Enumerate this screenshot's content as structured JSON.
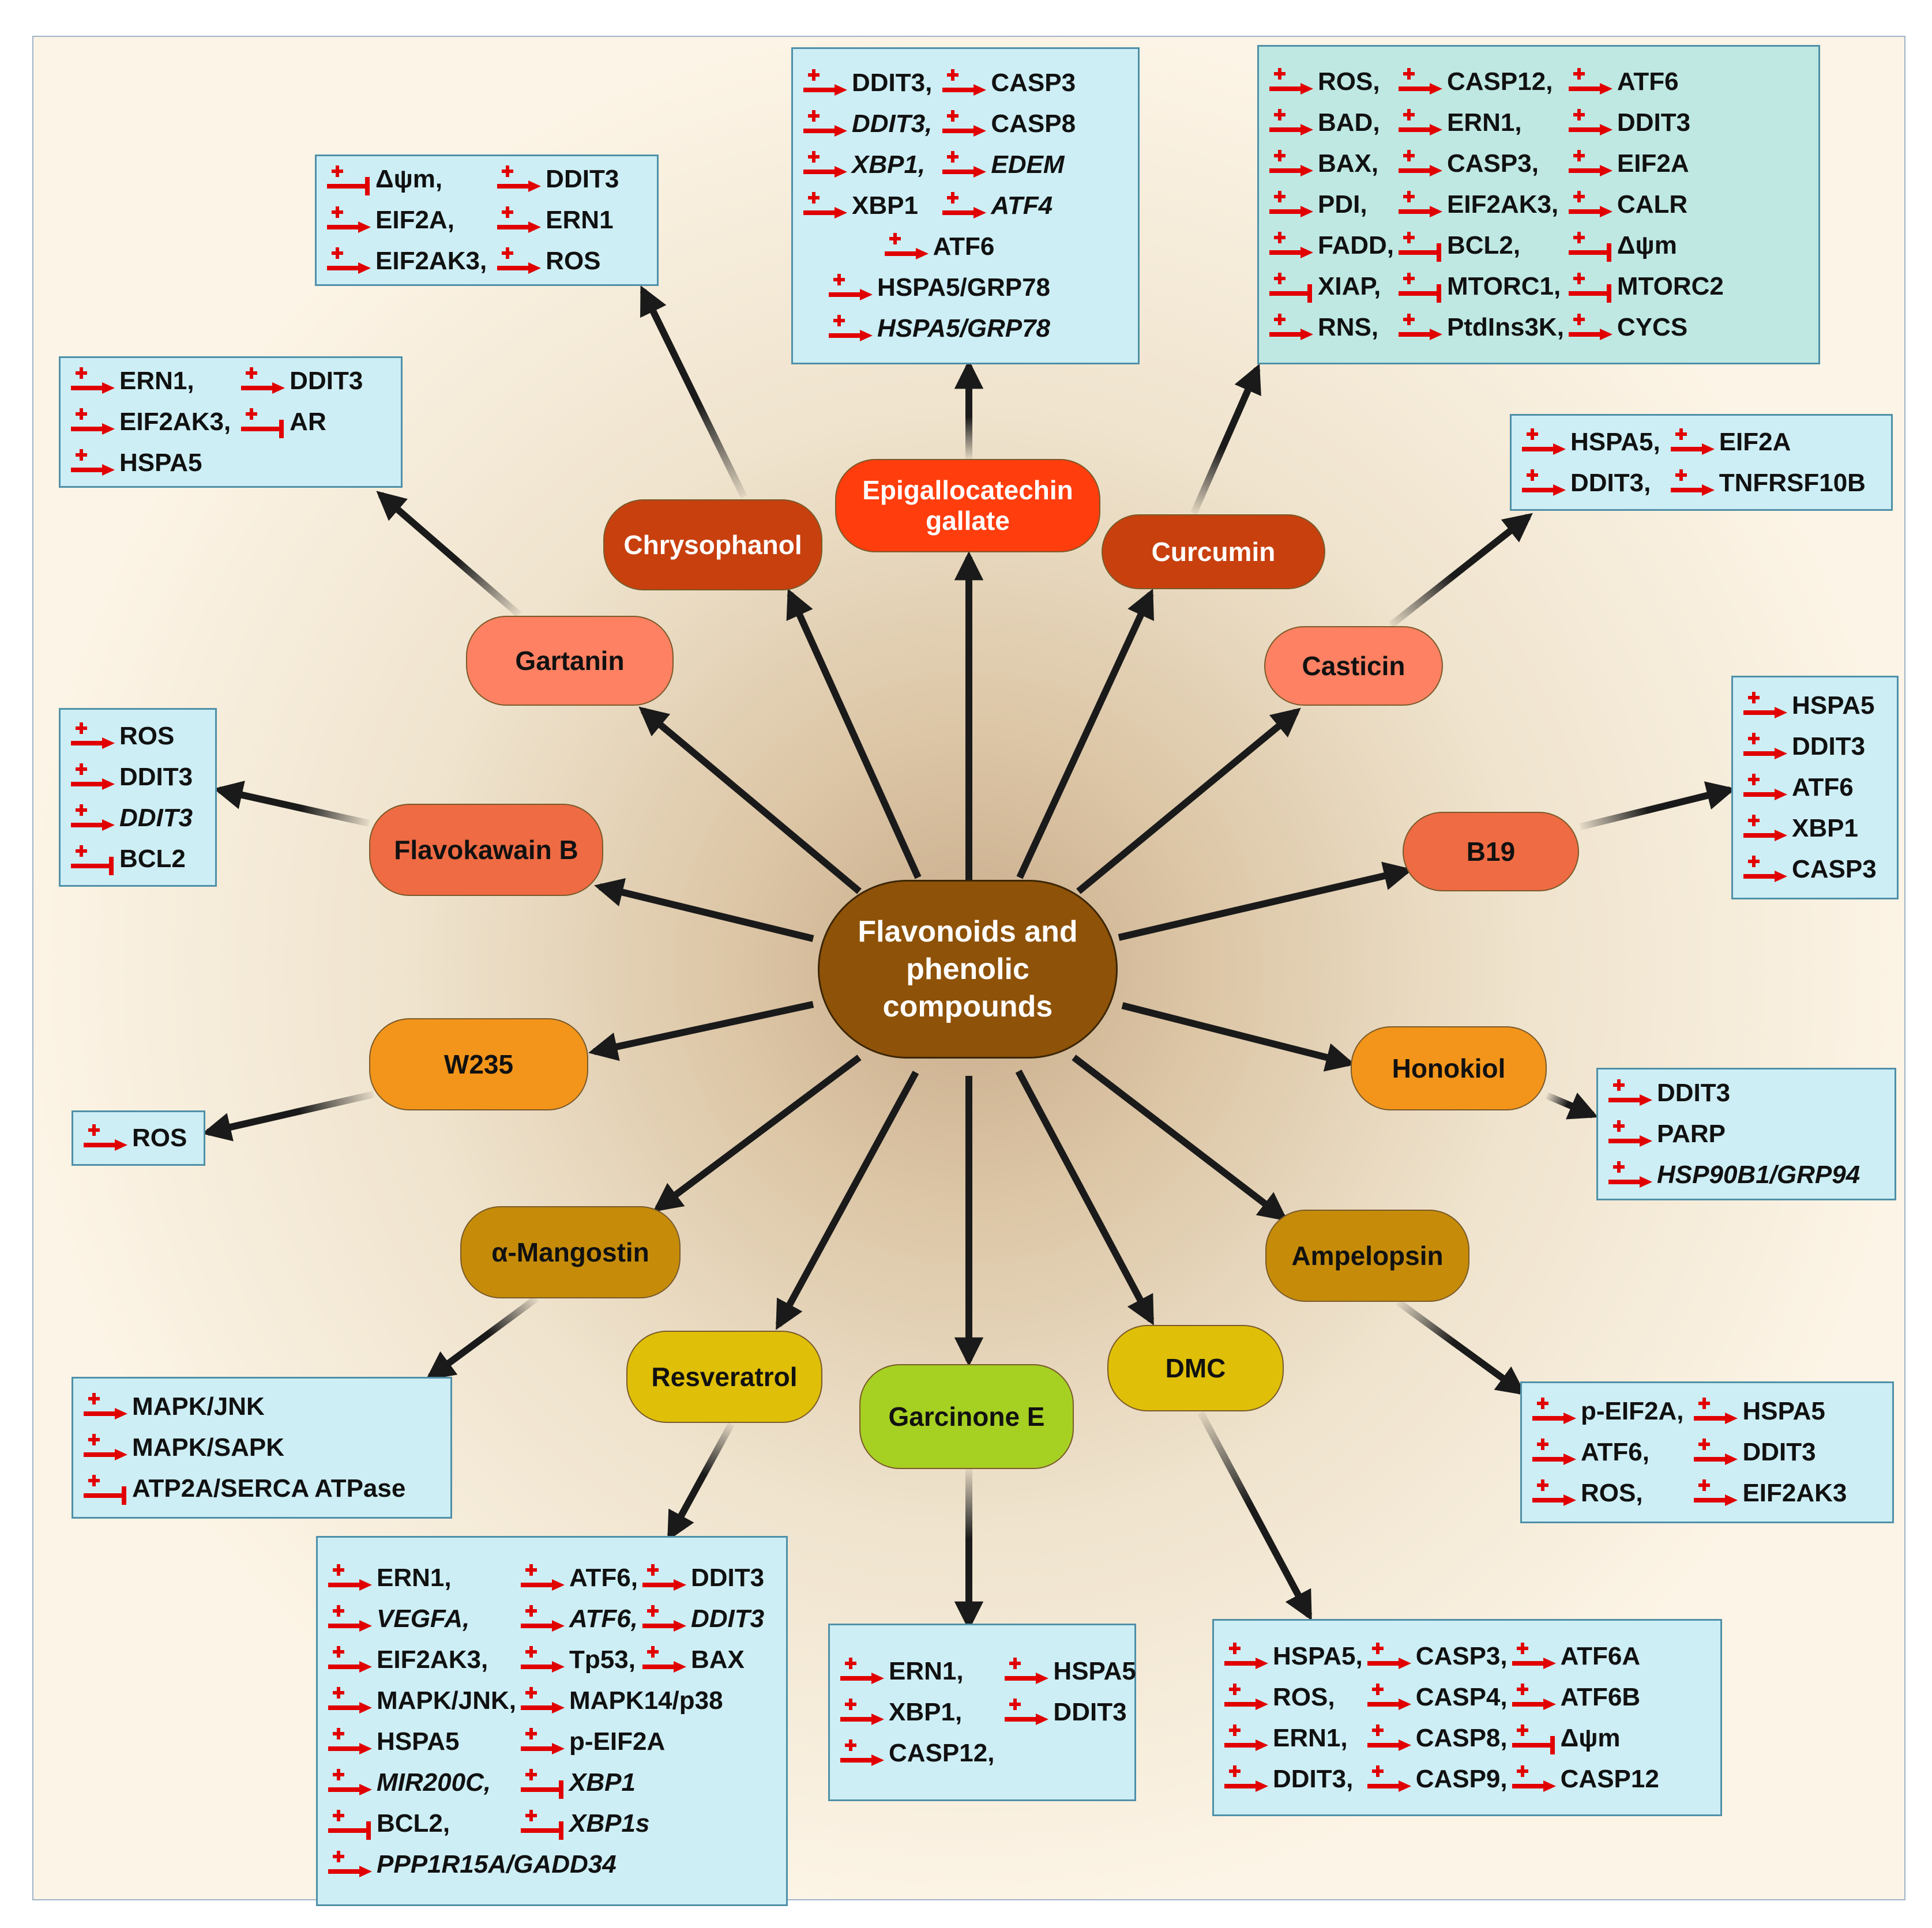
{
  "colors": {
    "arrow": "#1a1a1a",
    "symbol": "#e10000",
    "box_fill": "#cdeef5",
    "box_teal_fill": "#bfe8e3",
    "box_border": "#4f90a8"
  },
  "legend_symbols": {
    "activation": "red-plus-arrow-icon",
    "inhibition": "red-plus-tbar-icon"
  },
  "center": {
    "label": "Flavonoids and\nphenolic\ncompounds"
  },
  "compounds": [
    {
      "id": "egcg",
      "label": "Epigallocatechin\ngallate",
      "color": "#ff3d0d"
    },
    {
      "id": "chrysophanol",
      "label": "Chrysophanol",
      "color": "#c8400e"
    },
    {
      "id": "curcumin",
      "label": "Curcumin",
      "color": "#c8400e"
    },
    {
      "id": "gartanin",
      "label": "Gartanin",
      "color": "#fd8162"
    },
    {
      "id": "casticin",
      "label": "Casticin",
      "color": "#fd8162"
    },
    {
      "id": "flavokawain",
      "label": "Flavokawain B",
      "color": "#ee6b43"
    },
    {
      "id": "b19",
      "label": "B19",
      "color": "#ee6b43"
    },
    {
      "id": "w235",
      "label": "W235",
      "color": "#f3951a"
    },
    {
      "id": "honokiol",
      "label": "Honokiol",
      "color": "#f3951a"
    },
    {
      "id": "mangostin",
      "label": "α-Mangostin",
      "color": "#c68c09"
    },
    {
      "id": "ampelopsin",
      "label": "Ampelopsin",
      "color": "#c68c09"
    },
    {
      "id": "resveratrol",
      "label": "Resveratrol",
      "color": "#dfbf08"
    },
    {
      "id": "garcinone",
      "label": "Garcinone E",
      "color": "#a6d022"
    },
    {
      "id": "dmc",
      "label": "DMC",
      "color": "#dfbf08"
    }
  ],
  "boxes": {
    "chrysophanol": {
      "columns": 2,
      "entries": [
        {
          "label": "Δψm,",
          "type": "inhibit"
        },
        {
          "label": "DDIT3",
          "type": "activate"
        },
        {
          "label": "EIF2A,",
          "type": "activate"
        },
        {
          "label": "ERN1",
          "type": "activate"
        },
        {
          "label": "EIF2AK3,",
          "type": "activate"
        },
        {
          "label": "ROS",
          "type": "activate"
        }
      ]
    },
    "egcg": {
      "columns": 2,
      "entries": [
        {
          "label": "DDIT3,",
          "type": "activate"
        },
        {
          "label": "CASP3",
          "type": "activate"
        },
        {
          "label": "DDIT3,",
          "type": "activate",
          "italic": true
        },
        {
          "label": "CASP8",
          "type": "activate"
        },
        {
          "label": "XBP1,",
          "type": "activate",
          "italic": true
        },
        {
          "label": "EDEM",
          "type": "activate",
          "italic": true
        },
        {
          "label": "XBP1",
          "type": "activate"
        },
        {
          "label": "ATF4",
          "type": "activate",
          "italic": true
        },
        {
          "label": "ATF6",
          "type": "activate",
          "span": true
        },
        {
          "label": "HSPA5/GRP78",
          "type": "activate",
          "span": true
        },
        {
          "label": "HSPA5/GRP78",
          "type": "activate",
          "italic": true,
          "span": true
        }
      ]
    },
    "curcumin": {
      "columns": 3,
      "entries": [
        {
          "label": "ROS,",
          "type": "activate"
        },
        {
          "label": "CASP12,",
          "type": "activate"
        },
        {
          "label": "ATF6",
          "type": "activate"
        },
        {
          "label": "BAD,",
          "type": "activate"
        },
        {
          "label": "ERN1,",
          "type": "activate"
        },
        {
          "label": "DDIT3",
          "type": "activate"
        },
        {
          "label": "BAX,",
          "type": "activate"
        },
        {
          "label": "CASP3,",
          "type": "activate"
        },
        {
          "label": "EIF2A",
          "type": "activate"
        },
        {
          "label": "PDI,",
          "type": "activate"
        },
        {
          "label": "EIF2AK3,",
          "type": "activate"
        },
        {
          "label": "CALR",
          "type": "activate"
        },
        {
          "label": "FADD,",
          "type": "activate"
        },
        {
          "label": "BCL2,",
          "type": "inhibit"
        },
        {
          "label": "Δψm",
          "type": "inhibit"
        },
        {
          "label": "XIAP,",
          "type": "inhibit"
        },
        {
          "label": "MTORC1,",
          "type": "inhibit"
        },
        {
          "label": "MTORC2",
          "type": "inhibit"
        },
        {
          "label": "RNS,",
          "type": "activate"
        },
        {
          "label": "PtdIns3K,",
          "type": "activate"
        },
        {
          "label": "CYCS",
          "type": "activate"
        }
      ]
    },
    "gartanin": {
      "columns": 2,
      "entries": [
        {
          "label": "ERN1,",
          "type": "activate"
        },
        {
          "label": "DDIT3",
          "type": "activate"
        },
        {
          "label": "EIF2AK3,",
          "type": "activate"
        },
        {
          "label": "AR",
          "type": "inhibit"
        },
        {
          "label": "HSPA5",
          "type": "activate"
        }
      ]
    },
    "casticin": {
      "columns": 2,
      "entries": [
        {
          "label": "HSPA5,",
          "type": "activate"
        },
        {
          "label": "EIF2A",
          "type": "activate"
        },
        {
          "label": "DDIT3,",
          "type": "activate"
        },
        {
          "label": "TNFRSF10B",
          "type": "activate"
        }
      ]
    },
    "flavokawain": {
      "columns": 1,
      "entries": [
        {
          "label": "ROS",
          "type": "activate"
        },
        {
          "label": "DDIT3",
          "type": "activate"
        },
        {
          "label": "DDIT3",
          "type": "activate",
          "italic": true
        },
        {
          "label": "BCL2",
          "type": "inhibit"
        }
      ]
    },
    "b19": {
      "columns": 1,
      "entries": [
        {
          "label": "HSPA5",
          "type": "activate"
        },
        {
          "label": "DDIT3",
          "type": "activate"
        },
        {
          "label": "ATF6",
          "type": "activate"
        },
        {
          "label": "XBP1",
          "type": "activate"
        },
        {
          "label": "CASP3",
          "type": "activate"
        }
      ]
    },
    "w235": {
      "columns": 1,
      "entries": [
        {
          "label": "ROS",
          "type": "activate"
        }
      ]
    },
    "honokiol": {
      "columns": 1,
      "entries": [
        {
          "label": "DDIT3",
          "type": "activate"
        },
        {
          "label": "PARP",
          "type": "activate"
        },
        {
          "label": "HSP90B1/GRP94",
          "type": "activate",
          "italic": true
        }
      ]
    },
    "mangostin": {
      "columns": 1,
      "entries": [
        {
          "label": "MAPK/JNK",
          "type": "activate"
        },
        {
          "label": "MAPK/SAPK",
          "type": "activate"
        },
        {
          "label": "ATP2A/SERCA ATPase",
          "type": "inhibit"
        }
      ]
    },
    "ampelopsin": {
      "columns": 2,
      "entries": [
        {
          "label": "p-EIF2A,",
          "type": "activate"
        },
        {
          "label": "HSPA5",
          "type": "activate"
        },
        {
          "label": "ATF6,",
          "type": "activate"
        },
        {
          "label": "DDIT3",
          "type": "activate"
        },
        {
          "label": "ROS,",
          "type": "activate"
        },
        {
          "label": "EIF2AK3",
          "type": "activate"
        }
      ]
    },
    "resveratrol": {
      "columns": 3,
      "entries": [
        {
          "label": "ERN1,",
          "type": "activate"
        },
        {
          "label": "ATF6,",
          "type": "activate"
        },
        {
          "label": "DDIT3",
          "type": "activate"
        },
        {
          "label": "VEGFA,",
          "type": "activate",
          "italic": true
        },
        {
          "label": "ATF6,",
          "type": "activate",
          "italic": true
        },
        {
          "label": "DDIT3",
          "type": "activate",
          "italic": true
        },
        {
          "label": "EIF2AK3,",
          "type": "activate"
        },
        {
          "label": "Tp53,",
          "type": "activate"
        },
        {
          "label": "BAX",
          "type": "activate"
        },
        {
          "label": "MAPK/JNK,",
          "type": "activate"
        },
        {
          "label": "MAPK14/p38",
          "type": "activate",
          "span2": true
        },
        {
          "label": "HSPA5",
          "type": "activate"
        },
        {
          "label": "p-EIF2A",
          "type": "activate",
          "span2": true
        },
        {
          "label": "MIR200C,",
          "type": "activate",
          "italic": true
        },
        {
          "label": "XBP1",
          "type": "inhibit",
          "italic": true,
          "span2": true
        },
        {
          "label": "BCL2,",
          "type": "inhibit"
        },
        {
          "label": "XBP1s",
          "type": "inhibit",
          "italic": true,
          "span2": true
        },
        {
          "label": "PPP1R15A/GADD34",
          "type": "activate",
          "italic": true,
          "span": true
        }
      ]
    },
    "garcinone": {
      "columns": 2,
      "entries": [
        {
          "label": "ERN1,",
          "type": "activate"
        },
        {
          "label": "HSPA5",
          "type": "activate"
        },
        {
          "label": "XBP1,",
          "type": "activate"
        },
        {
          "label": "DDIT3",
          "type": "activate"
        },
        {
          "label": "CASP12,",
          "type": "activate"
        }
      ]
    },
    "dmc": {
      "columns": 3,
      "entries": [
        {
          "label": "HSPA5,",
          "type": "activate"
        },
        {
          "label": "CASP3,",
          "type": "activate"
        },
        {
          "label": "ATF6A",
          "type": "activate"
        },
        {
          "label": "ROS,",
          "type": "activate"
        },
        {
          "label": "CASP4,",
          "type": "activate"
        },
        {
          "label": "ATF6B",
          "type": "activate"
        },
        {
          "label": "ERN1,",
          "type": "activate"
        },
        {
          "label": "CASP8,",
          "type": "activate"
        },
        {
          "label": "Δψm",
          "type": "inhibit"
        },
        {
          "label": "DDIT3,",
          "type": "activate"
        },
        {
          "label": "CASP9,",
          "type": "activate"
        },
        {
          "label": "CASP12",
          "type": "activate"
        }
      ]
    }
  }
}
